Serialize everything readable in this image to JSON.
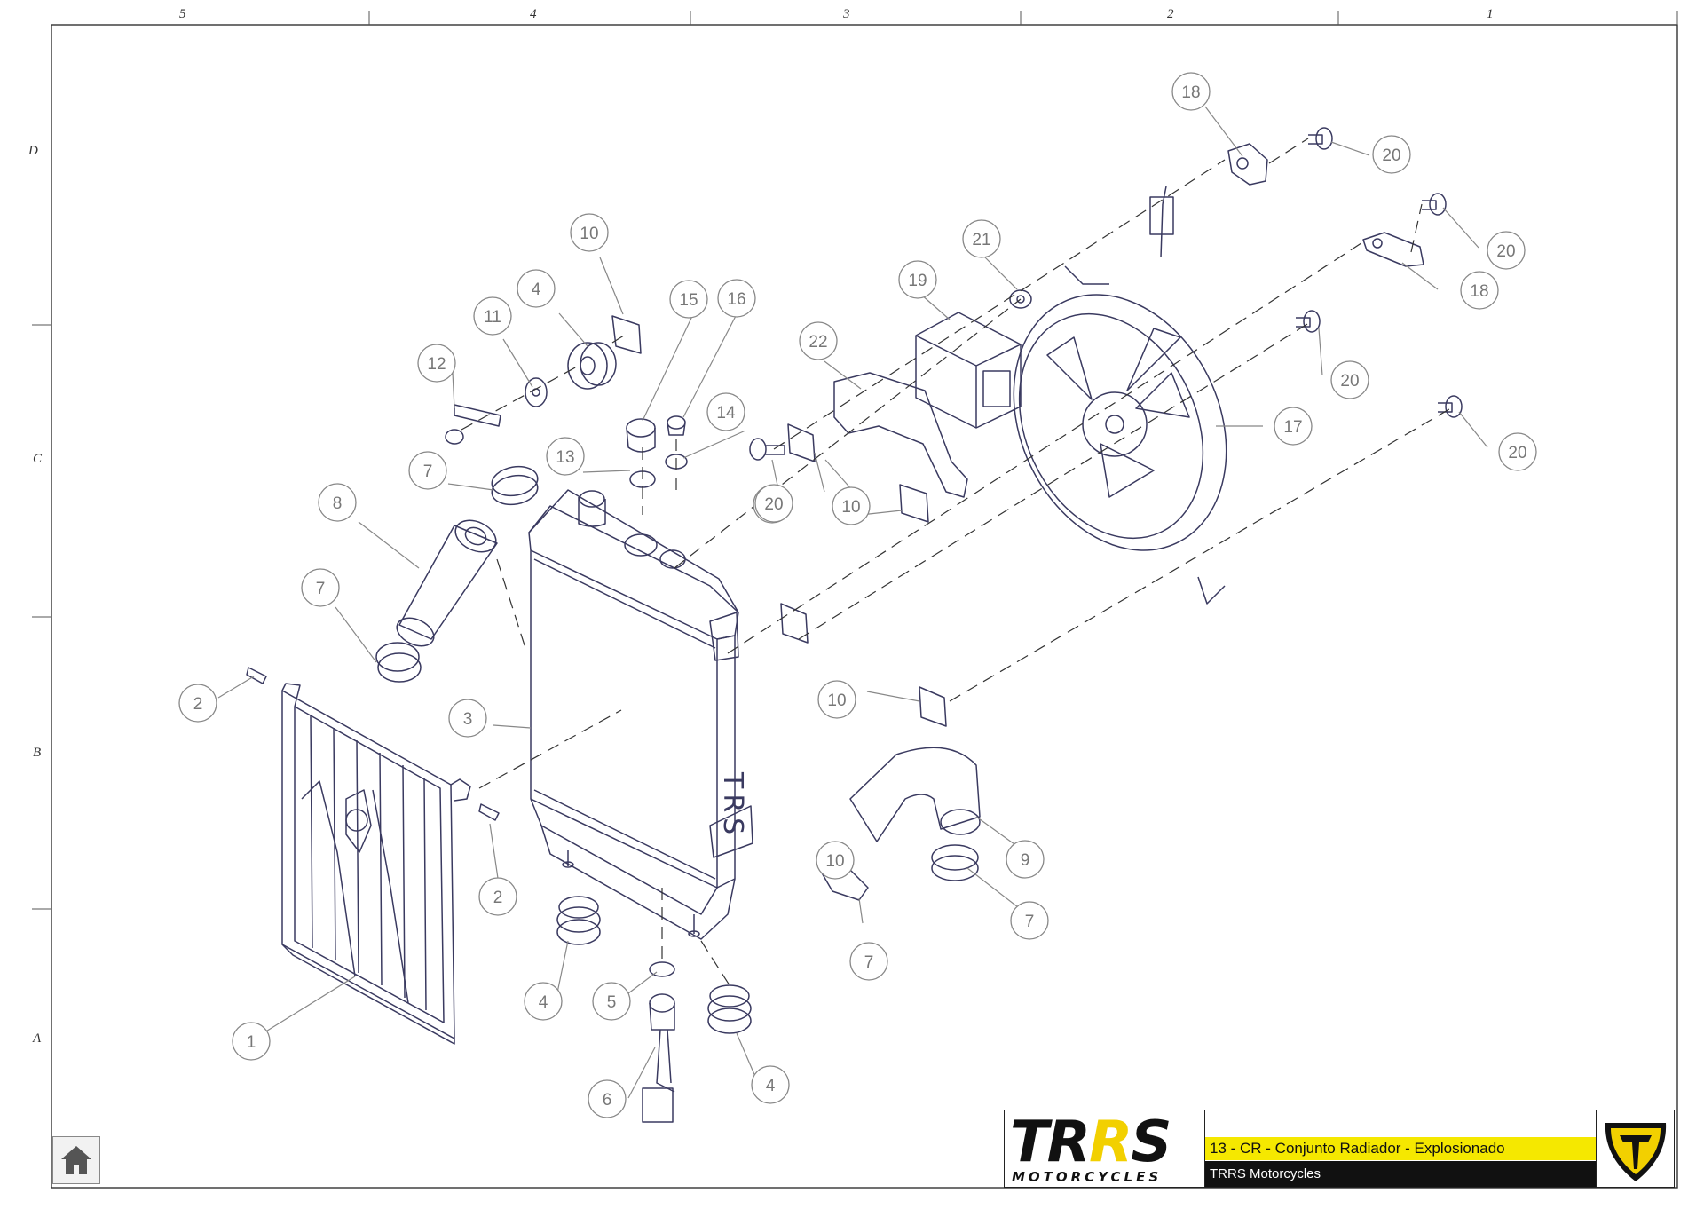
{
  "sheet": {
    "title": "13 - CR - Conjunto Radiador - Explosionado",
    "company": "TRRS Motorcycles",
    "logo_main_left": "TR",
    "logo_main_mid": "R",
    "logo_main_right": "S",
    "logo_sub": "MOTORCYCLES"
  },
  "grid": {
    "columns": [
      "5",
      "4",
      "3",
      "2",
      "1"
    ],
    "rows": [
      "D",
      "C",
      "B",
      "A"
    ]
  },
  "radiator_text": "TRS",
  "callouts": [
    "1",
    "2",
    "2",
    "3",
    "4",
    "4",
    "4",
    "5",
    "6",
    "7",
    "7",
    "7",
    "7",
    "8",
    "9",
    "10",
    "10",
    "10",
    "10",
    "10",
    "11",
    "12",
    "13",
    "14",
    "15",
    "16",
    "17",
    "18",
    "18",
    "19",
    "20",
    "20",
    "20",
    "20",
    "20",
    "21",
    "22"
  ],
  "icons": {
    "home": "home-icon",
    "emblem": "trrs-shield-icon"
  },
  "colors": {
    "line": "#3a3a60",
    "balloon": "#888888",
    "accent_yellow": "#f5e800",
    "dark": "#111111"
  }
}
